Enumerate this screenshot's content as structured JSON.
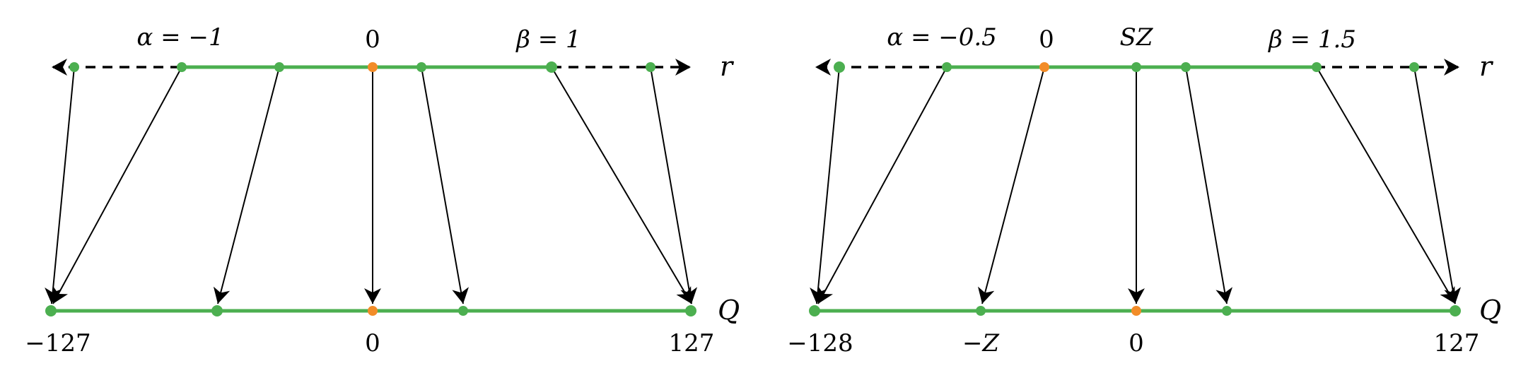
{
  "colors": {
    "range": "#4caf50",
    "point": "#4caf50",
    "zero": "#f28c28",
    "mapping": "#000000",
    "extension": "#000000"
  },
  "diagrams": [
    {
      "name": "symmetric-quantization",
      "axis_top": "r",
      "axis_bottom": "Q",
      "top_labels": {
        "alpha": "α = −1",
        "zero": "0",
        "beta": "β = 1"
      },
      "bottom_labels": {
        "min": "−127",
        "zero": "0",
        "max": "127"
      }
    },
    {
      "name": "asymmetric-quantization",
      "axis_top": "r",
      "axis_bottom": "Q",
      "top_labels": {
        "alpha": "α = −0.5",
        "zero": "0",
        "sz": "SZ",
        "beta": "β = 1.5"
      },
      "bottom_labels": {
        "min": "−128",
        "neg_z": "−Z",
        "zero": "0",
        "max": "127"
      }
    }
  ]
}
